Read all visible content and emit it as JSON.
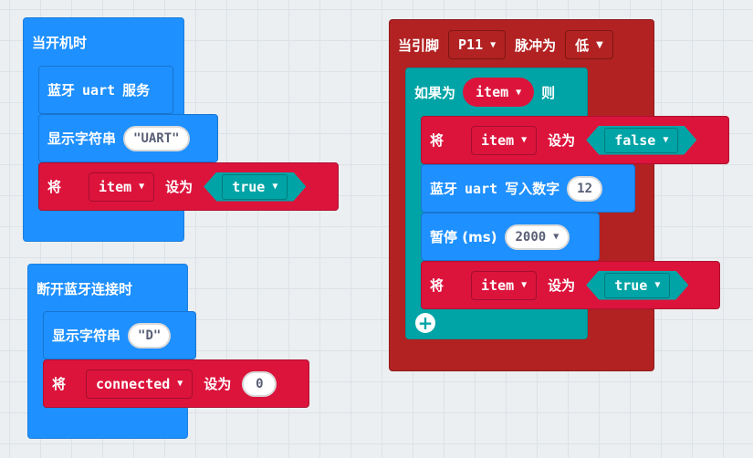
{
  "stack_start": {
    "hat": "当开机时",
    "bt_prefix": "蓝牙",
    "bt_service": "uart",
    "bt_suffix": "服务",
    "show_label": "显示字符串",
    "show_value": "\"UART\"",
    "set_label": "将",
    "set_var": "item",
    "set_to": "设为",
    "set_value": "true"
  },
  "stack_disconnect": {
    "hat": "断开蓝牙连接时",
    "show_label": "显示字符串",
    "show_value": "\"D\"",
    "set_label": "将",
    "set_var": "connected",
    "set_to": "设为",
    "set_value": "0"
  },
  "stack_pin": {
    "hat_prefix": "当引脚",
    "pin": "P11",
    "hat_mid": "脉冲为",
    "level": "低",
    "if_label": "如果为",
    "if_var": "item",
    "if_then": "则",
    "set1_label": "将",
    "set1_var": "item",
    "set1_to": "设为",
    "set1_value": "false",
    "bt_prefix": "蓝牙",
    "bt_uart": "uart",
    "bt_write": "写入数字",
    "bt_value": "12",
    "pause_label": "暂停 (ms)",
    "pause_value": "2000",
    "set2_label": "将",
    "set2_var": "item",
    "set2_to": "设为",
    "set2_value": "true",
    "plus_icon": "plus-icon"
  },
  "colors": {
    "basic": "#1e90ff",
    "variables": "#dc143c",
    "logic": "#00a4a6",
    "pins": "#b22222"
  }
}
